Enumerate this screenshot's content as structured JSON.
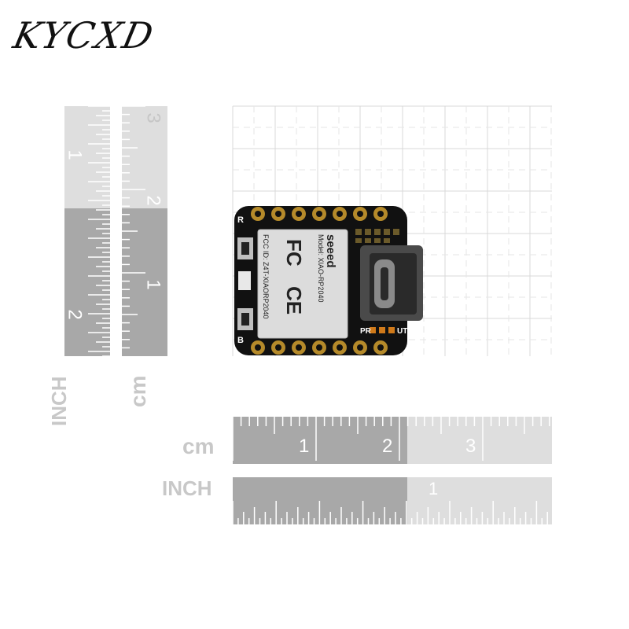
{
  "brand": {
    "logo_text": "KYCXD"
  },
  "rulers": {
    "vertical_inch": {
      "label": "INCH",
      "marks": [
        "1",
        "2"
      ]
    },
    "vertical_cm": {
      "label": "cm",
      "marks": [
        "3",
        "2",
        "1"
      ]
    },
    "horizontal_cm": {
      "label": "cm",
      "marks": [
        "1",
        "2",
        "3"
      ]
    },
    "horizontal_inch": {
      "label": "INCH",
      "marks": [
        "1"
      ]
    }
  },
  "board": {
    "pin_labels": {
      "top": "R",
      "bottom": "B"
    },
    "shield_text": {
      "brand": "seeed",
      "model": "Model: XIAO-RP2040",
      "fcc_id": "FCC ID: Z4T-XIAORP2040",
      "fcc_mark": "FC",
      "ce_mark": "CE"
    },
    "led_labels": {
      "left": "PR",
      "right": "UT"
    }
  },
  "colors": {
    "board": "#111111",
    "shield": "#dcdcdc",
    "ruler_dark": "#a8a8a8",
    "ruler_light": "#dedede",
    "grid": "#d9d9d9"
  }
}
